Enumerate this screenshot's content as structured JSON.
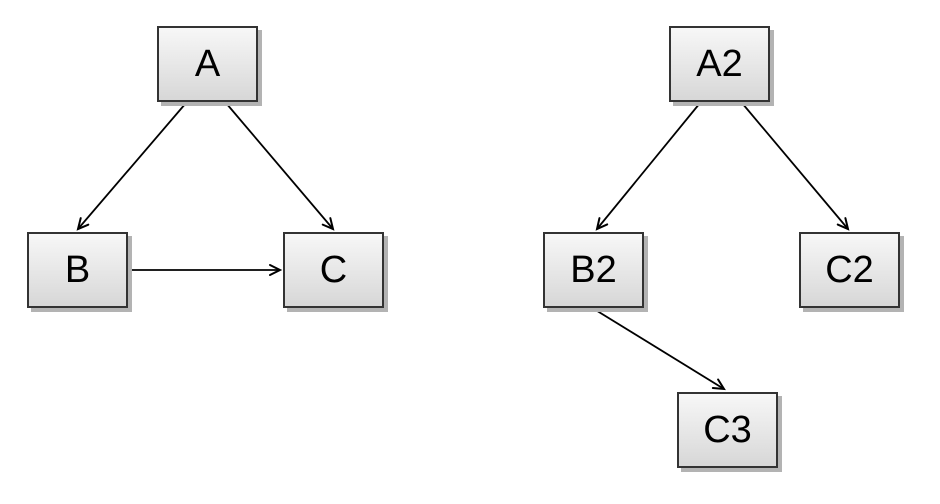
{
  "page": {
    "background_color": "#ffffff"
  },
  "diagram": {
    "type": "directed-graph",
    "style": {
      "node_fill_top": "#f7f7f7",
      "node_fill_bottom": "#d7d7d7",
      "node_border_color": "#333333",
      "node_shadow_color": "#b3b3b3",
      "edge_color": "#000000",
      "text_color": "#000000"
    },
    "graphs": [
      {
        "name": "left-graph",
        "nodes": [
          {
            "id": "A",
            "label": "A"
          },
          {
            "id": "B",
            "label": "B"
          },
          {
            "id": "C",
            "label": "C"
          }
        ],
        "edges": [
          {
            "from": "A",
            "to": "B"
          },
          {
            "from": "A",
            "to": "C"
          },
          {
            "from": "B",
            "to": "C"
          }
        ]
      },
      {
        "name": "right-graph",
        "nodes": [
          {
            "id": "A2",
            "label": "A2"
          },
          {
            "id": "B2",
            "label": "B2"
          },
          {
            "id": "C2",
            "label": "C2"
          },
          {
            "id": "C3",
            "label": "C3"
          }
        ],
        "edges": [
          {
            "from": "A2",
            "to": "B2"
          },
          {
            "from": "A2",
            "to": "C2"
          },
          {
            "from": "B2",
            "to": "C3"
          }
        ]
      }
    ]
  }
}
